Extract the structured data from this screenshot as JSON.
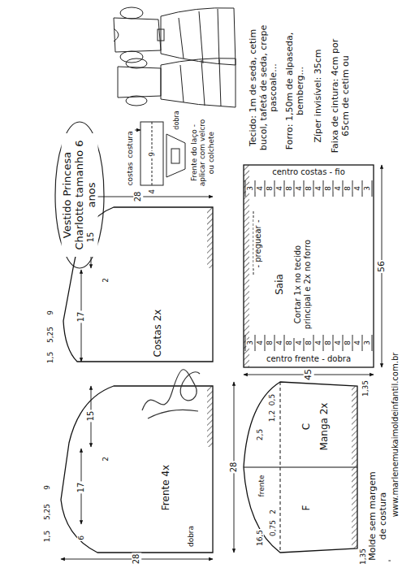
{
  "diagram": {
    "title": "Vestido Princesa Charlotte tamanho 6 anos",
    "nodes": [
      {
        "text": [
          "Costas 2x"
        ]
      },
      {
        "text": [
          "Frente 4x"
        ]
      },
      {
        "text": [
          "Saia",
          "Cortar 1x no tecido principal e 2x no forro"
        ]
      },
      {
        "text": [
          "Manga 2x"
        ]
      }
    ],
    "labels": [
      "Tecido: 1m de seda, cetim bucol, tafetá de seda, crepe pascoale...",
      "Forro: 1,50m de alpaseda, bemberg...",
      "Zíper invisível: 35cm",
      "Faixa de cintura: 4cm por 65cm de cetim ou",
      "Frente do laço - aplicar com velcro ou colchete",
      "costura",
      "dobra",
      "9",
      "4",
      "costas",
      "28",
      "15",
      "17",
      "2",
      "1,5",
      "5,25",
      "9",
      "28",
      "15",
      "17",
      "2",
      "1,5",
      "5,25",
      "9",
      "6",
      "dobra",
      "centro costas - fio",
      "centro frente - dobra",
      "- preguear -",
      "56",
      "45",
      "3",
      "4",
      "8",
      "4",
      "8",
      "4",
      "8",
      "4",
      "8",
      "4",
      "8",
      "4",
      "3",
      "3",
      "4",
      "8",
      "4",
      "8",
      "4",
      "8",
      "4",
      "8",
      "4",
      "8",
      "4",
      "3",
      "28",
      "2,5",
      "0,5",
      "1,2",
      "2",
      "frente",
      "16,5",
      "0,75",
      "F",
      "C",
      "1,35",
      "1,35",
      "Molde sem margem de costura",
      "www.marlenemukaimoldeinfantil.com.br"
    ]
  }
}
